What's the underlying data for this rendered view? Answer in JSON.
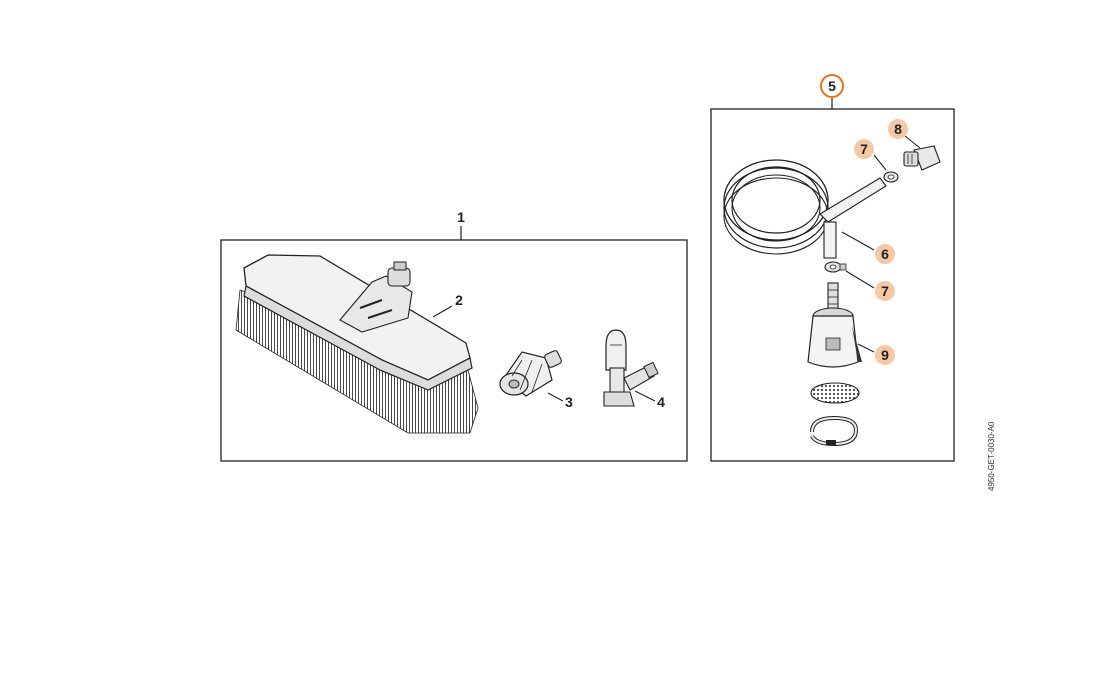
{
  "diagram": {
    "reference_code": "4950-GET-0030-A0",
    "highlight_color": "#f5c9a6",
    "highlight_stroke": "#e8711a",
    "groups": [
      {
        "label": "1",
        "parts": [
          {
            "label": "2"
          },
          {
            "label": "3"
          },
          {
            "label": "4"
          }
        ]
      },
      {
        "label": "5",
        "selected": true,
        "parts": [
          {
            "label": "7"
          },
          {
            "label": "8"
          },
          {
            "label": "6"
          },
          {
            "label": "7"
          },
          {
            "label": "9"
          }
        ]
      }
    ]
  }
}
